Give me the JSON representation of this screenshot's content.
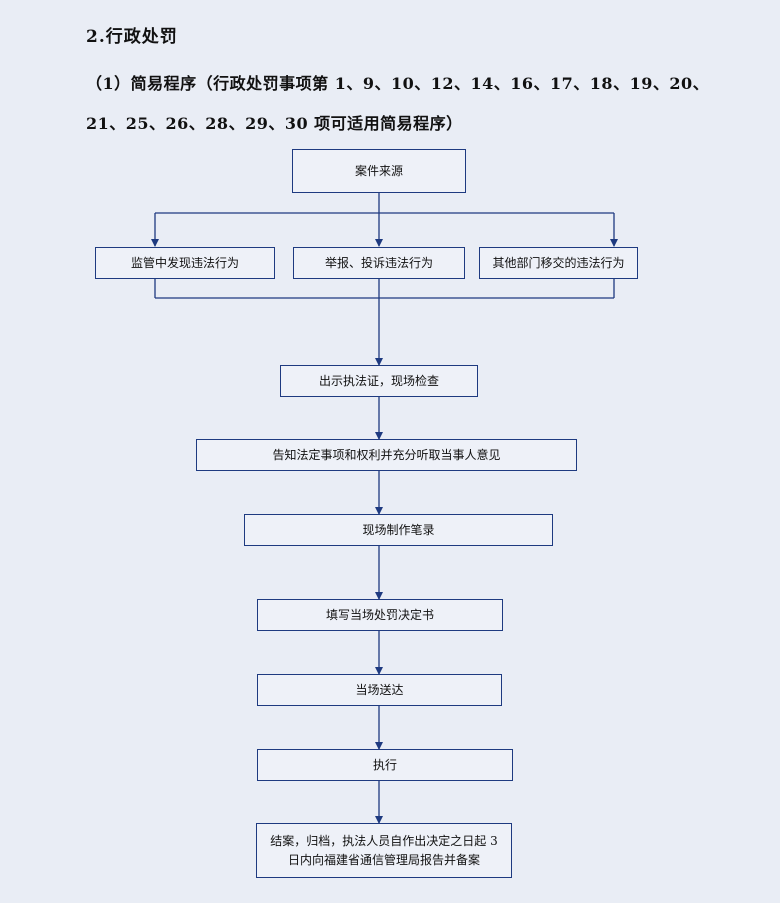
{
  "heading": "2.行政处罚",
  "subtitle": "（1）简易程序（行政处罚事项第 1、9、10、12、14、16、17、18、19、20、21、25、26、28、29、30 项可适用简易程序）",
  "flow": {
    "source": "案件来源",
    "branches": [
      "监管中发现违法行为",
      "举报、投诉违法行为",
      "其他部门移交的违法行为"
    ],
    "steps": [
      "出示执法证，现场检查",
      "告知法定事项和权利并充分听取当事人意见",
      "现场制作笔录",
      "填写当场处罚决定书",
      "当场送达",
      "执行"
    ],
    "end": "结案，归档，执法人员自作出决定之日起 3 日内向福建省通信管理局报告并备案"
  }
}
